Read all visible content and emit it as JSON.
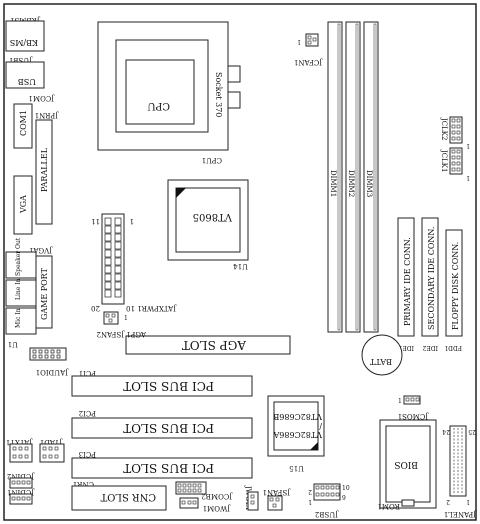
{
  "board": {
    "connectors_left": {
      "kbms_label": "KB/MS",
      "kbms_jp": "JKBMS1",
      "usb_label": "USB",
      "usb_jp": "JUSB1",
      "jcom1": "JCOM1",
      "jprn1": "JPRN1",
      "com1": "COM1",
      "parallel": "PARALLEL",
      "vga": "VGA",
      "jvga1": "JVGA1",
      "speaker": "Speaker Out",
      "line": "Line In",
      "mic": "Mic In",
      "game_port": "GAME PORT",
      "u1": "U1",
      "jaudio1": "JAUDIO1"
    },
    "cpu": {
      "label": "CPU",
      "socket": "Socket 370",
      "designator": "CPU1"
    },
    "jcfan1": "JCFAN1",
    "northbridge": {
      "chip": "VT8605",
      "designator": "U14"
    },
    "power": {
      "designator": "JATXPWR1",
      "pin1": "1",
      "pin10": "10",
      "pin11": "11",
      "pin20": "20"
    },
    "jsfan2": "JSFAN2",
    "dimms": [
      "DIMM1",
      "DIMM2",
      "DIMM3"
    ],
    "jclk": {
      "jclk2": "JCLK2",
      "jclk1": "JCLK1",
      "pin1a": "1",
      "pin1b": "1"
    },
    "ide": {
      "primary": "PRIMARY IDE CONN.",
      "secondary": "SECONDARY IDE CONN.",
      "floppy": "FLOPPY DISK CONN.",
      "ide1": "IDE1",
      "ide2": "IDE2",
      "fdd1": "FDD1"
    },
    "agp": {
      "label": "AGP SLOT",
      "designator": "AGP1"
    },
    "batt": "BATT",
    "pci": [
      {
        "label": "PCI BUS SLOT",
        "designator": "PCI1"
      },
      {
        "label": "PCI BUS SLOT",
        "designator": "PCI2"
      },
      {
        "label": "PCI BUS SLOT",
        "designator": "PCI3"
      }
    ],
    "southbridge": {
      "line1": "VT82C686B",
      "sep": "/",
      "line2": "VT82C686A",
      "designator": "U15"
    },
    "jcmos1": "JCMOS1",
    "bios": {
      "label": "BIOS",
      "designator": "ROM1"
    },
    "panel": {
      "designator": "JPANEL1",
      "p24": "24",
      "p25": "25",
      "p1": "1",
      "p2": "2"
    },
    "bottom": {
      "jatxt1": "JATXT1",
      "jtad1": "JTAD1",
      "jcdin2": "JCDIN2",
      "jcdin1": "JCDIN1",
      "cnr_slot": "CNR SLOT",
      "cnr1": "CNR1",
      "jcomb2": "JCOMB2",
      "jwom1": "JWOM1",
      "jwol1": "JWOL1",
      "jsfan1": "JSFAN1",
      "jusb2": "JUSB2",
      "p2": "2",
      "p1": "1",
      "p10": "10",
      "p9": "9"
    }
  }
}
